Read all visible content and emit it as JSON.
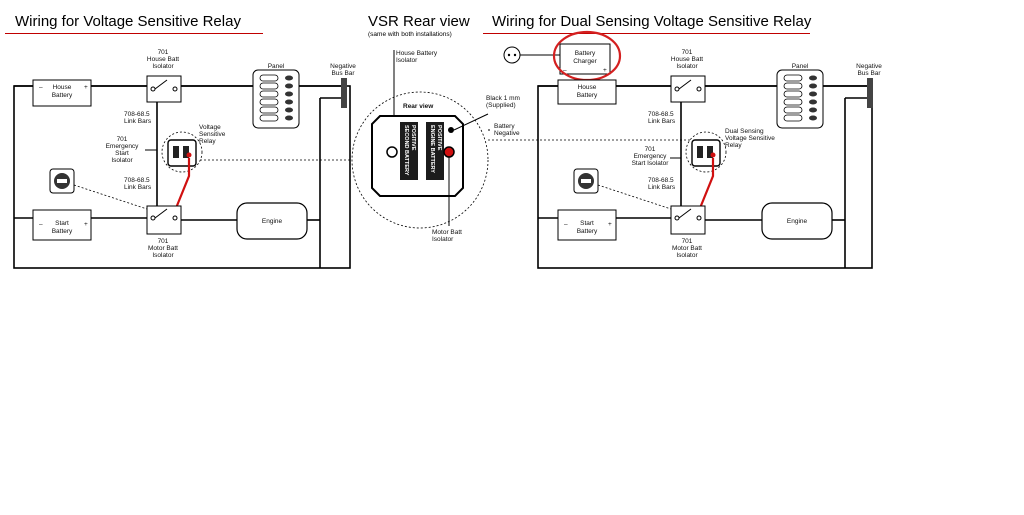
{
  "titles": {
    "left": "Wiring for Voltage Sensitive Relay",
    "middle": "VSR Rear view",
    "middle_sub": "(same with both installations)",
    "right": "Wiring for Dual Sensing Voltage Sensitive Relay"
  },
  "left_diagram": {
    "house_battery": [
      "House",
      "Battery"
    ],
    "house_isolator": [
      "701",
      "House Batt",
      "Isolator"
    ],
    "panel": "Panel",
    "bus_bar": [
      "Negative",
      "Bus Bar"
    ],
    "link_top": [
      "708-68.5",
      "Link Bars"
    ],
    "emergency": [
      "701",
      "Emergency",
      "Start",
      "Isolator"
    ],
    "link_bottom": [
      "708-68.5",
      "Link Bars"
    ],
    "vsr": [
      "Voltage",
      "Sensitive",
      "Relay"
    ],
    "start_battery": [
      "Start",
      "Battery"
    ],
    "engine": "Engine",
    "motor_isolator": [
      "701",
      "Motor Batt",
      "Isolator"
    ]
  },
  "middle_diagram": {
    "house_battery_isolator": [
      "House Battery",
      "Isolator"
    ],
    "rear_view": "Rear view",
    "black_wire": [
      "Black 1 mm",
      "(Supplied)"
    ],
    "battery_negative": [
      "Battery",
      "Negative"
    ],
    "motor_batt_isolator": [
      "Motor Batt",
      "Isolator"
    ],
    "terminal_left": [
      "SECOND BATTERY",
      "POSITIVE"
    ],
    "terminal_right": [
      "ENGINE BATTERY",
      "POSITIVE"
    ]
  },
  "right_diagram": {
    "charger": [
      "Battery",
      "Charger"
    ],
    "house_battery": [
      "House",
      "Battery"
    ],
    "house_isolator": [
      "701",
      "House Batt",
      "Isolator"
    ],
    "panel": "Panel",
    "bus_bar": [
      "Negative",
      "Bus Bar"
    ],
    "link_top": [
      "708-68.5",
      "Link Bars"
    ],
    "emergency": [
      "701",
      "Emergency",
      "Start Isolator"
    ],
    "link_bottom": [
      "708-68.5",
      "Link Bars"
    ],
    "vsr": [
      "Dual Sensing",
      "Voltage Sensitive",
      "Relay"
    ],
    "start_battery": [
      "Start",
      "Battery"
    ],
    "engine": "Engine",
    "motor_isolator": [
      "701",
      "Motor Batt",
      "Isolator"
    ]
  },
  "symbols": {
    "minus": "–",
    "plus": "+"
  },
  "colors": {
    "accent_red": "#c00000",
    "wire_red": "#d01010"
  }
}
